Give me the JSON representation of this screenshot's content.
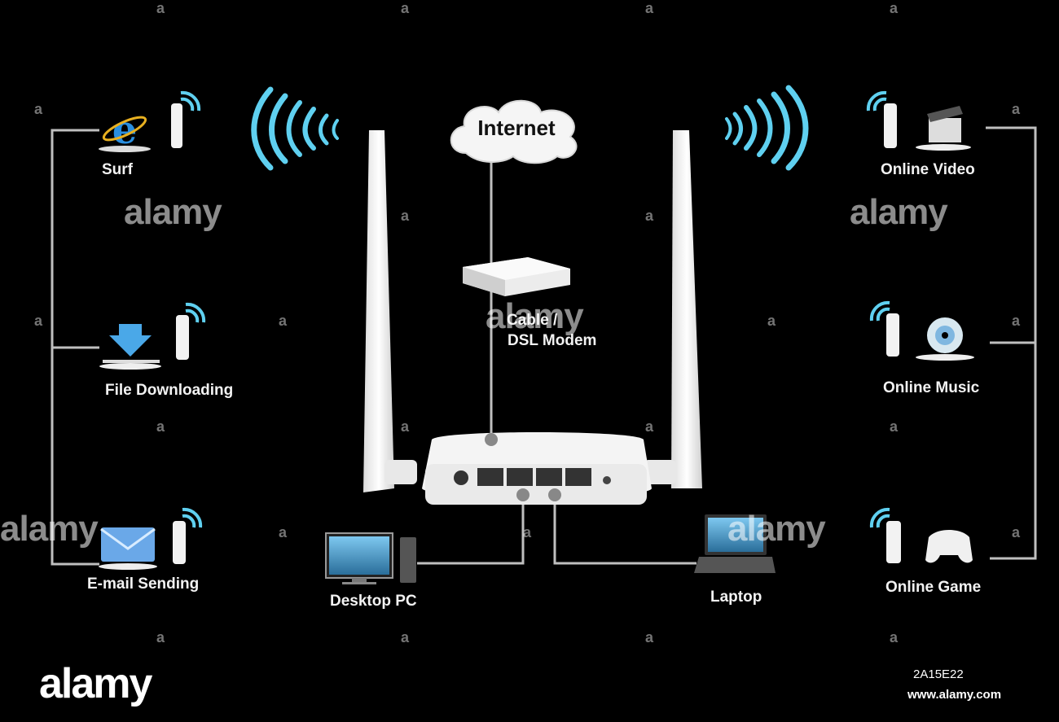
{
  "internet_label": "Internet",
  "modem_label_line1": "Cable /",
  "modem_label_line2": "DSL Modem",
  "left_apps": [
    {
      "label": "Surf",
      "icon": "browser-e-icon"
    },
    {
      "label": "File Downloading",
      "icon": "download-arrow-icon"
    },
    {
      "label": "E-mail Sending",
      "icon": "envelope-icon"
    }
  ],
  "right_apps": [
    {
      "label": "Online Video",
      "icon": "clapperboard-icon"
    },
    {
      "label": "Online Music",
      "icon": "cd-disc-icon"
    },
    {
      "label": "Online Game",
      "icon": "gamepad-icon"
    }
  ],
  "wired_devices": [
    {
      "label": "Desktop PC",
      "icon": "desktop-pc-icon"
    },
    {
      "label": "Laptop",
      "icon": "laptop-icon"
    }
  ],
  "watermark": {
    "brand": "alamy",
    "small_mark": "a",
    "image_id": "2A15E22",
    "url": "www.alamy.com"
  },
  "colors": {
    "background": "#000000",
    "wifi_blue": "#5fd0f0",
    "line_gray": "#bfbfbf",
    "device_white": "#f4f4f4"
  }
}
